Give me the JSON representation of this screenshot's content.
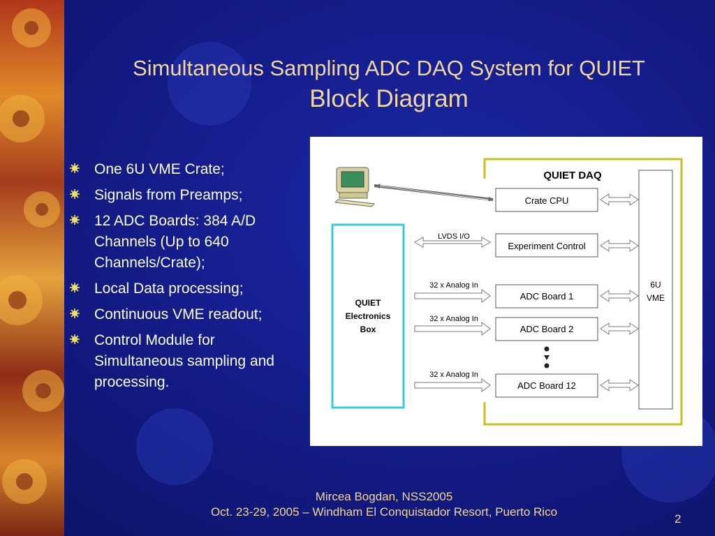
{
  "slide": {
    "title_line1": "Simultaneous Sampling ADC DAQ System for QUIET",
    "title_line2": "Block Diagram",
    "bullets": [
      "One 6U VME Crate;",
      "Signals from Preamps;",
      "12 ADC Boards: 384 A/D Channels (Up to 640 Channels/Crate);",
      "Local Data processing;",
      "Continuous VME readout;",
      "Control Module for Simultaneous sampling and processing."
    ],
    "footer_line1": "Mircea Bogdan, NSS2005",
    "footer_line2": "Oct. 23-29, 2005 – Windham El Conquistador Resort, Puerto Rico",
    "page_number": "2"
  },
  "diagram": {
    "daq_title": "QUIET DAQ",
    "vme_label_line1": "6U",
    "vme_label_line2": "VME",
    "electronics_line1": "QUIET",
    "electronics_line2": "Electronics",
    "electronics_line3": "Box",
    "modules": [
      {
        "label": "Crate CPU",
        "input_label": ""
      },
      {
        "label": "Experiment Control",
        "input_label": "LVDS I/O"
      },
      {
        "label": "ADC Board 1",
        "input_label": "32 x Analog In"
      },
      {
        "label": "ADC Board 2",
        "input_label": "32 x Analog In"
      },
      {
        "label": "ADC Board 12",
        "input_label": "32 x Analog In"
      }
    ],
    "colors": {
      "crate_outline": "#c8c020",
      "electronics_outline": "#33ccdd",
      "box_stroke": "#555555"
    },
    "computer_icon": "computer-icon"
  }
}
